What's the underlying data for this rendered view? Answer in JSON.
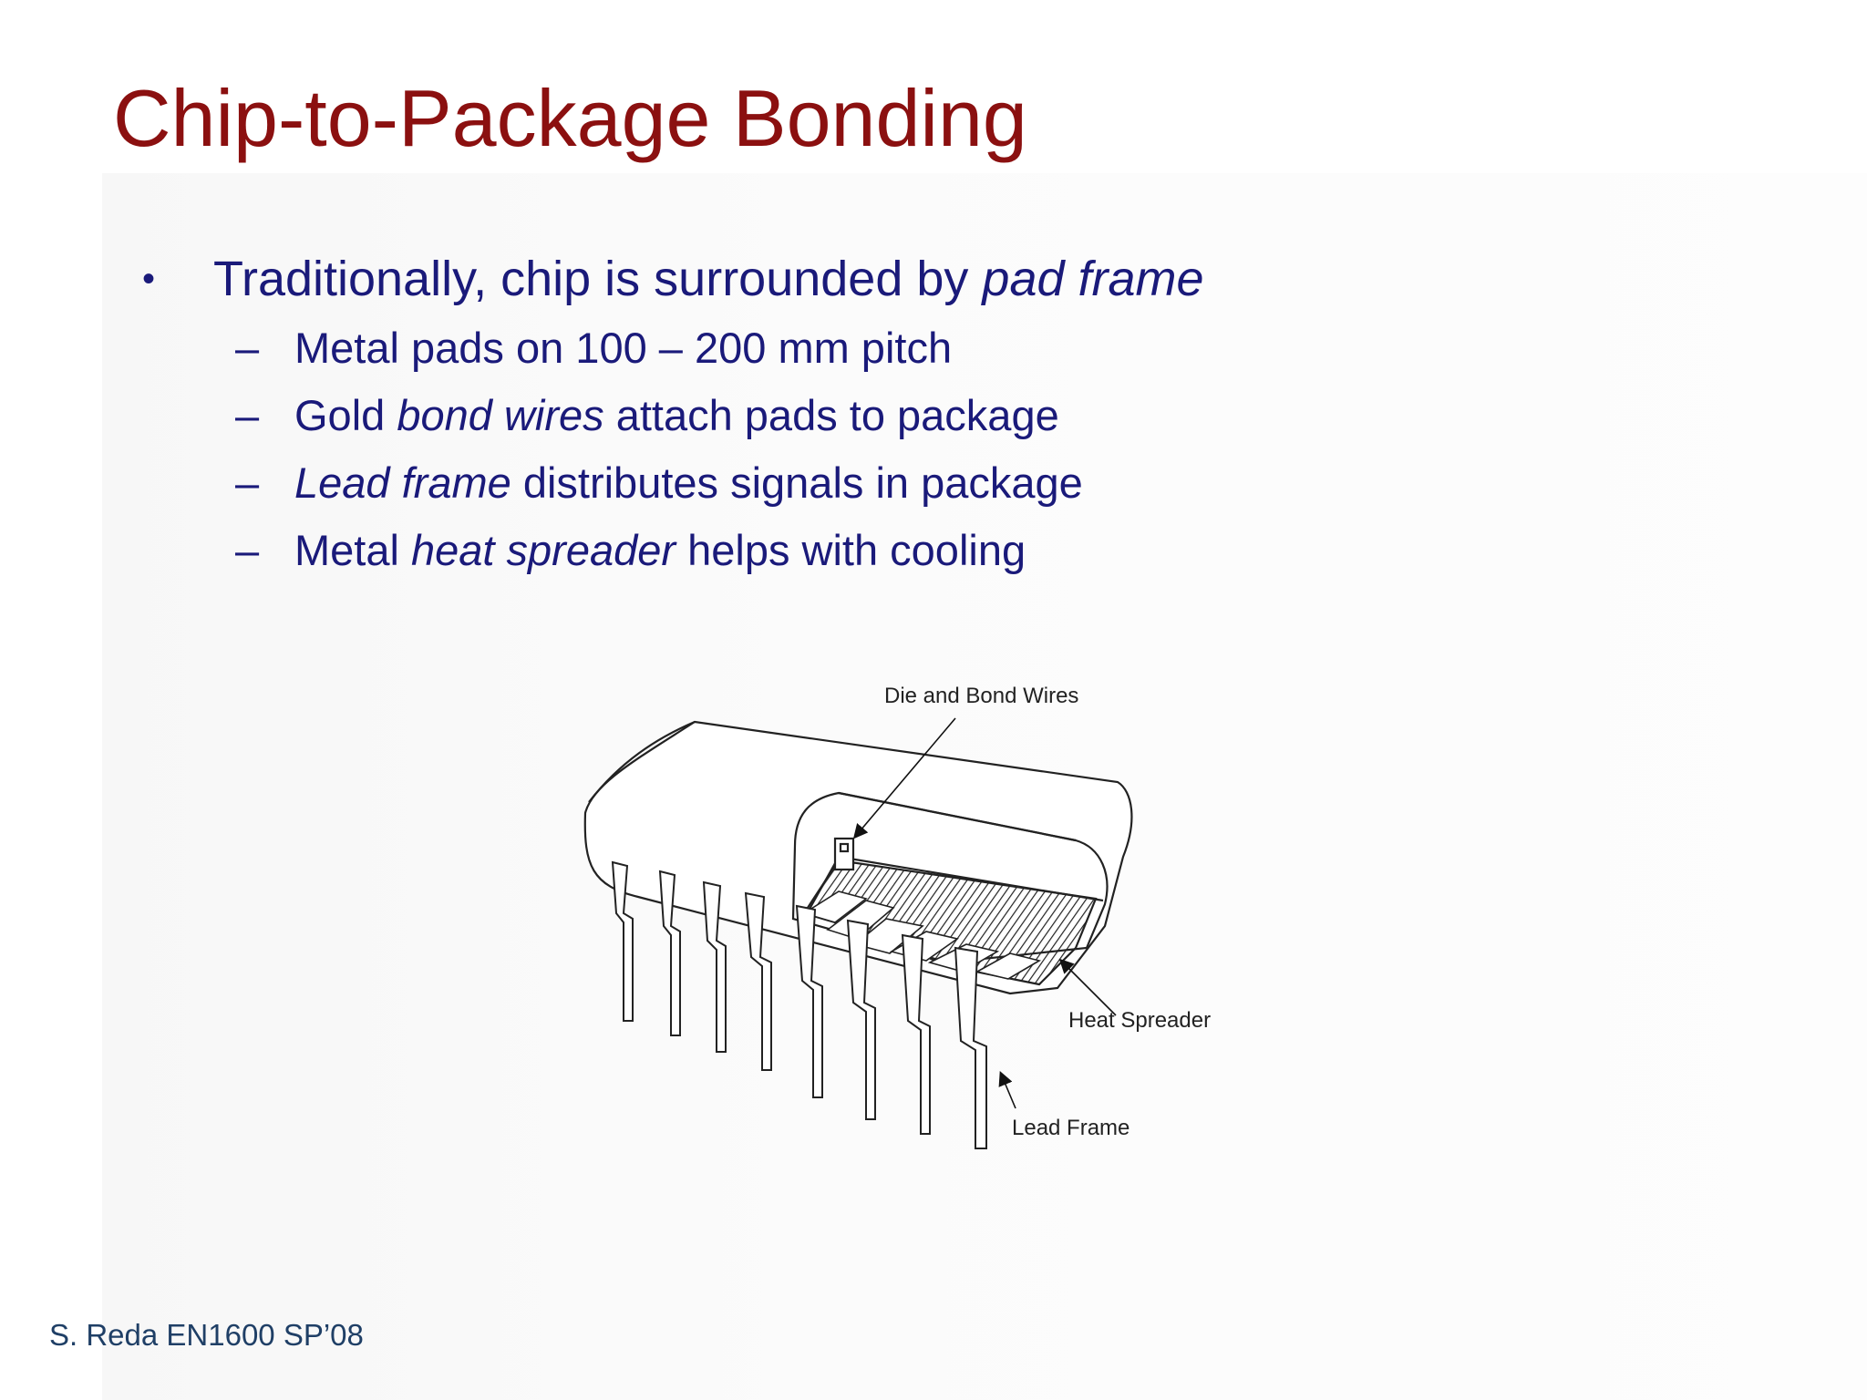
{
  "slide": {
    "title": "Chip-to-Package Bonding",
    "bullet": {
      "marker": "•",
      "text_before": "Traditionally, chip is surrounded by ",
      "text_italic": "pad frame"
    },
    "sub_marker": "–",
    "sub_items": [
      {
        "before": "Metal pads on 100 – 200 mm pitch",
        "italic": "",
        "after": ""
      },
      {
        "before": "Gold ",
        "italic": "bond wires",
        "after": " attach pads to package"
      },
      {
        "before": "",
        "italic": "Lead frame",
        "after": " distributes signals in package"
      },
      {
        "before": "Metal ",
        "italic": "heat spreader",
        "after": " helps with cooling"
      }
    ],
    "figure_labels": {
      "die": "Die and Bond Wires",
      "heat": "Heat Spreader",
      "lead": "Lead Frame"
    },
    "footer": "S. Reda EN1600 SP’08"
  },
  "colors": {
    "title": "#8b1010",
    "body_text": "#1a1a7a",
    "footer": "#1f3f66"
  }
}
